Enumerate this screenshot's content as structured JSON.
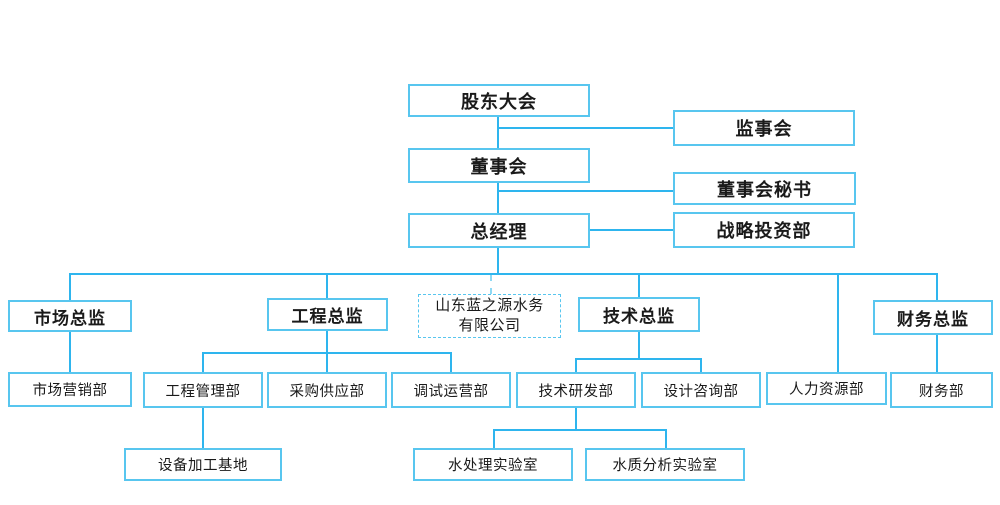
{
  "diagram": {
    "type": "org-chart",
    "colors": {
      "box_border": "#58c6ef",
      "connector_line": "#2eb5ee",
      "text": "#1a1a1a",
      "background": "#ffffff"
    },
    "nodes": {
      "shareholders": {
        "label": "股东大会"
      },
      "supervisory": {
        "label": "监事会"
      },
      "board": {
        "label": "董事会"
      },
      "board_secretary": {
        "label": "董事会秘书"
      },
      "general_manager": {
        "label": "总经理"
      },
      "strategic_investment": {
        "label": "战略投资部"
      },
      "company": {
        "label": "山东蓝之源水务\n有限公司"
      },
      "marketing_director": {
        "label": "市场总监"
      },
      "engineering_director": {
        "label": "工程总监"
      },
      "technical_director": {
        "label": "技术总监"
      },
      "finance_director": {
        "label": "财务总监"
      },
      "marketing_dept": {
        "label": "市场营销部"
      },
      "engineering_mgmt_dept": {
        "label": "工程管理部"
      },
      "procurement_dept": {
        "label": "采购供应部"
      },
      "commissioning_dept": {
        "label": "调试运营部"
      },
      "rd_dept": {
        "label": "技术研发部"
      },
      "design_consulting_dept": {
        "label": "设计咨询部"
      },
      "hr_dept": {
        "label": "人力资源部"
      },
      "finance_dept": {
        "label": "财务部"
      },
      "equipment_base": {
        "label": "设备加工基地"
      },
      "water_treatment_lab": {
        "label": "水处理实验室"
      },
      "water_quality_lab": {
        "label": "水质分析实验室"
      }
    }
  }
}
